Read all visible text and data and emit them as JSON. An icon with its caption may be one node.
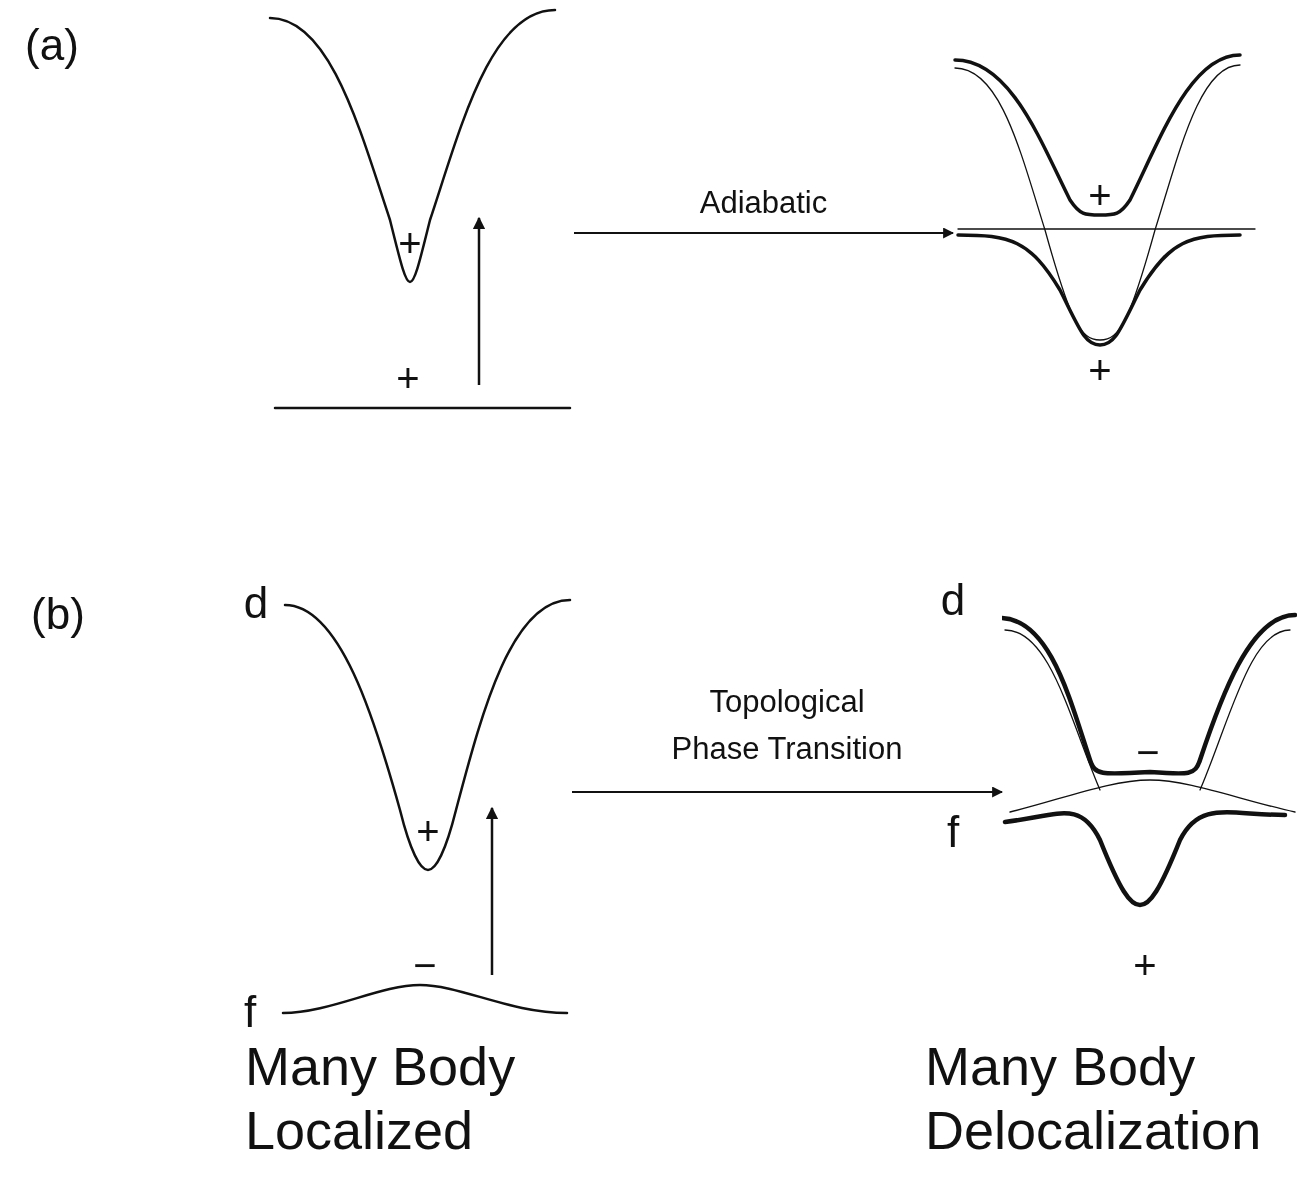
{
  "diagram": {
    "nodes": [
      {
        "text": [],
        "shape": "picture"
      },
      {
        "text": [],
        "shape": "picture"
      },
      {
        "text": [],
        "shape": "picture",
        "beside": [
          "Many Body Localized"
        ]
      },
      {
        "text": [],
        "shape": "picture",
        "beside": [
          "Many Body Delocalization"
        ]
      }
    ],
    "edges": [
      {
        "from": 0,
        "to": 1,
        "arrow": "to",
        "label": "Adiabatic"
      },
      {
        "from": 2,
        "to": 3,
        "arrow": "to",
        "label": "Topological Phase Transition"
      }
    ],
    "labels": [
      "(a)",
      "+",
      "+",
      "+",
      "+",
      "(b)",
      "d",
      "+",
      "−",
      "f",
      "d",
      "−",
      "f",
      "+"
    ]
  }
}
